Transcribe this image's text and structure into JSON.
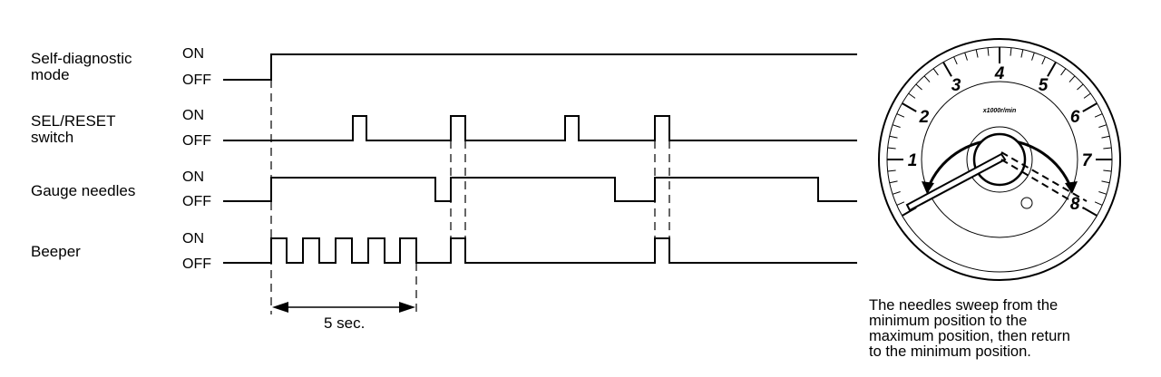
{
  "signals": [
    {
      "name": "Self-diagnostic\nmode"
    },
    {
      "name": "SEL/RESET\nswitch"
    },
    {
      "name": "Gauge needles"
    },
    {
      "name": "Beeper"
    }
  ],
  "levels": {
    "on": "ON",
    "off": "OFF"
  },
  "duration_label": "5 sec.",
  "gauge": {
    "numbers": [
      "1",
      "2",
      "3",
      "4",
      "5",
      "6",
      "7",
      "8"
    ],
    "unit": "x1000r/min"
  },
  "caption": "The needles sweep from the\nminimum position to the\nmaximum position, then return\nto the minimum position."
}
